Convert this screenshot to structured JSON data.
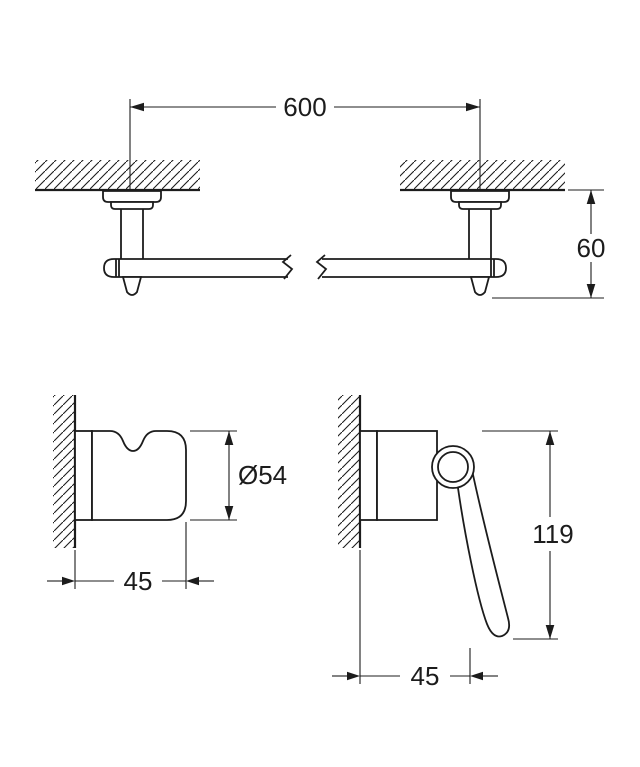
{
  "page": {
    "background": "#ffffff",
    "line_color": "#1c1c1c"
  },
  "drawing": {
    "kind": "technical-dimension-drawing",
    "views": [
      {
        "name": "towel-bar-front-view"
      },
      {
        "name": "robe-hook-side-view"
      },
      {
        "name": "paper-holder-side-view"
      }
    ]
  },
  "dimensions": {
    "towel_bar_width": "600",
    "towel_bar_drop": "60",
    "hook_diameter": "Ø54",
    "hook_depth": "45",
    "holder_height": "119",
    "holder_depth": "45"
  }
}
